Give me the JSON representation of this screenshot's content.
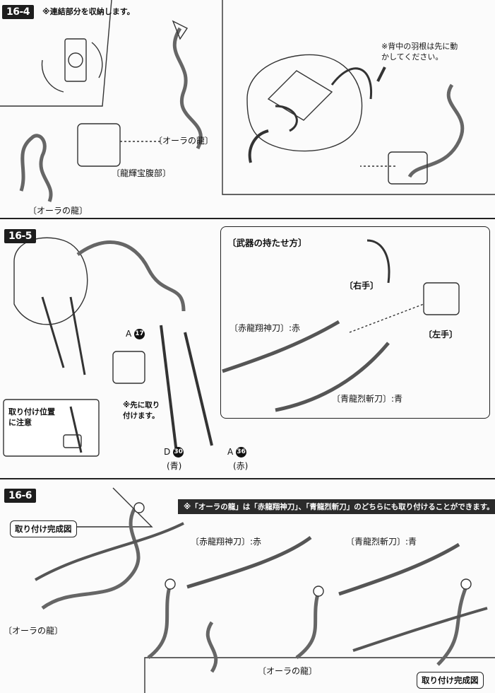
{
  "step_16_4": {
    "badge": "16-4",
    "note_connect": "※連結部分を収納します。",
    "label_aura_dragon_top": "〔オーラの龍〕",
    "label_dragon_treasure": "〔龍輝宝腹部〕",
    "label_aura_dragon_bottom": "〔オーラの龍〕",
    "note_wings": "※背中の羽根は先に動かしてください。"
  },
  "step_16_5": {
    "badge": "16-5",
    "weapons_title": "〔武器の持たせ方〕",
    "label_right_hand": "〔右手〕",
    "label_left_hand": "〔左手〕",
    "label_red_sword": "〔赤龍翔神刀〕:赤",
    "label_blue_sword": "〔青龍烈斬刀〕:青",
    "part_a": "A",
    "part_a_num": "17",
    "note_attach_first": "※先に取り付けます。",
    "caution": "取り付け位置に注意",
    "part_d": "D",
    "part_d_num": "30",
    "part_d_color": "(青)",
    "part_a2": "A",
    "part_a2_num": "36",
    "part_a2_color": "(赤)"
  },
  "step_16_6": {
    "badge": "16-6",
    "banner": "※「オーラの龍」は「赤龍翔神刀」、「青龍烈斬刀」のどちらにも取り付けることができます。",
    "complete_left": "取り付け完成図",
    "label_red_sword": "〔赤龍翔神刀〕:赤",
    "label_blue_sword": "〔青龍烈斬刀〕:青",
    "label_aura_left": "〔オーラの龍〕",
    "label_aura_right": "〔オーラの龍〕",
    "complete_right": "取り付け完成図"
  }
}
